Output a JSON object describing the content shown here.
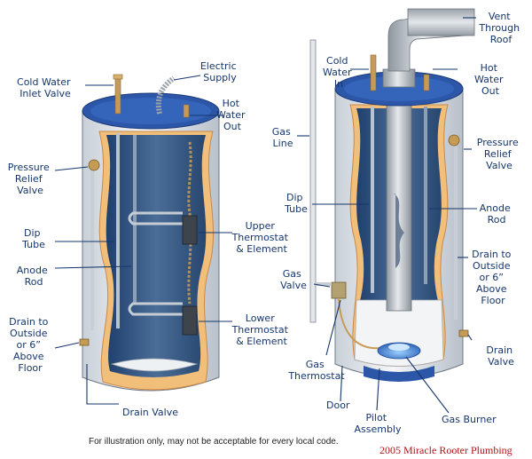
{
  "electric_heater": {
    "labels": {
      "cold_water_inlet_valve": [
        "Cold Water",
        "Inlet Valve"
      ],
      "electric_supply": [
        "Electric",
        "Supply"
      ],
      "hot_water_out": [
        "Hot",
        "Water",
        "Out"
      ],
      "pressure_relief_valve": [
        "Pressure",
        "Relief",
        "Valve"
      ],
      "dip_tube": [
        "Dip",
        "Tube"
      ],
      "anode_rod": [
        "Anode",
        "Rod"
      ],
      "upper_thermostat": [
        "Upper",
        "Thermostat",
        "& Element"
      ],
      "lower_thermostat": [
        "Lower",
        "Thermostat",
        "& Element"
      ],
      "drain": [
        "Drain to",
        "Outside",
        "or 6”",
        "Above",
        "Floor"
      ],
      "drain_valve": [
        "Drain Valve"
      ]
    }
  },
  "gas_heater": {
    "labels": {
      "vent_through_roof": [
        "Vent",
        "Through",
        "Roof"
      ],
      "cold_water_in": [
        "Cold",
        "Water",
        "In"
      ],
      "hot_water_out": [
        "Hot",
        "Water",
        "Out"
      ],
      "gas_line": [
        "Gas",
        "Line"
      ],
      "pressure_relief_valve": [
        "Pressure",
        "Relief",
        "Valve"
      ],
      "dip_tube": [
        "Dip",
        "Tube"
      ],
      "anode_rod": [
        "Anode",
        "Rod"
      ],
      "drain": [
        "Drain to",
        "Outside",
        "or 6”",
        "Above",
        "Floor"
      ],
      "gas_valve": [
        "Gas",
        "Valve"
      ],
      "drain_valve": [
        "Drain",
        "Valve"
      ],
      "gas_thermostat": [
        "Gas",
        "Thermostat"
      ],
      "door": [
        "Door"
      ],
      "pilot_assembly": [
        "Pilot",
        "Assembly"
      ],
      "gas_burner": [
        "Gas Burner"
      ]
    }
  },
  "footer": {
    "disclaimer": "For illustration only, may not be acceptable for every local code.",
    "credit": "2005 Miracle Rooter Plumbing"
  },
  "colors": {
    "label_text": "#16366b",
    "tank_shell": "#dfe4ea",
    "tank_interior": "#3c5c86",
    "insulation": "#f2bf7a",
    "tank_top": "#2c56a8",
    "credit_text": "#b01218"
  }
}
